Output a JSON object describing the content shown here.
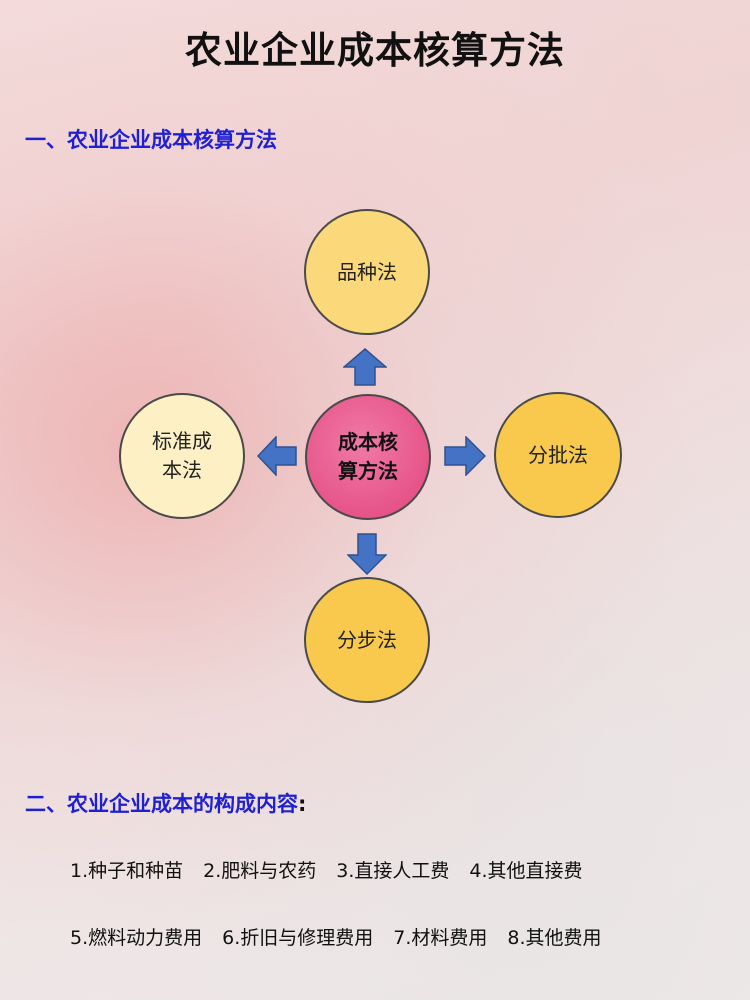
{
  "title": "农业企业成本核算方法",
  "section1": {
    "heading": "一、农业企业成本核算方法"
  },
  "diagram": {
    "center": "成本核算方法",
    "top": "品种法",
    "right": "分批法",
    "bottom": "分步法",
    "left": "标准成本法",
    "colors": {
      "center": "#e2447c",
      "top": "#fbd97a",
      "right": "#f8c94c",
      "bottom": "#f8c94c",
      "left": "#fdf0c4",
      "arrow": "#4472c4"
    }
  },
  "section2": {
    "heading": "二、农业企业成本的构成内容",
    "colon": ":",
    "row1": [
      "1.种子和种苗",
      "2.肥料与农药",
      "3.直接人工费",
      "4.其他直接费"
    ],
    "row2": [
      "5.燃料动力费用",
      "6.折旧与修理费用",
      "7.材料费用",
      "8.其他费用"
    ]
  }
}
